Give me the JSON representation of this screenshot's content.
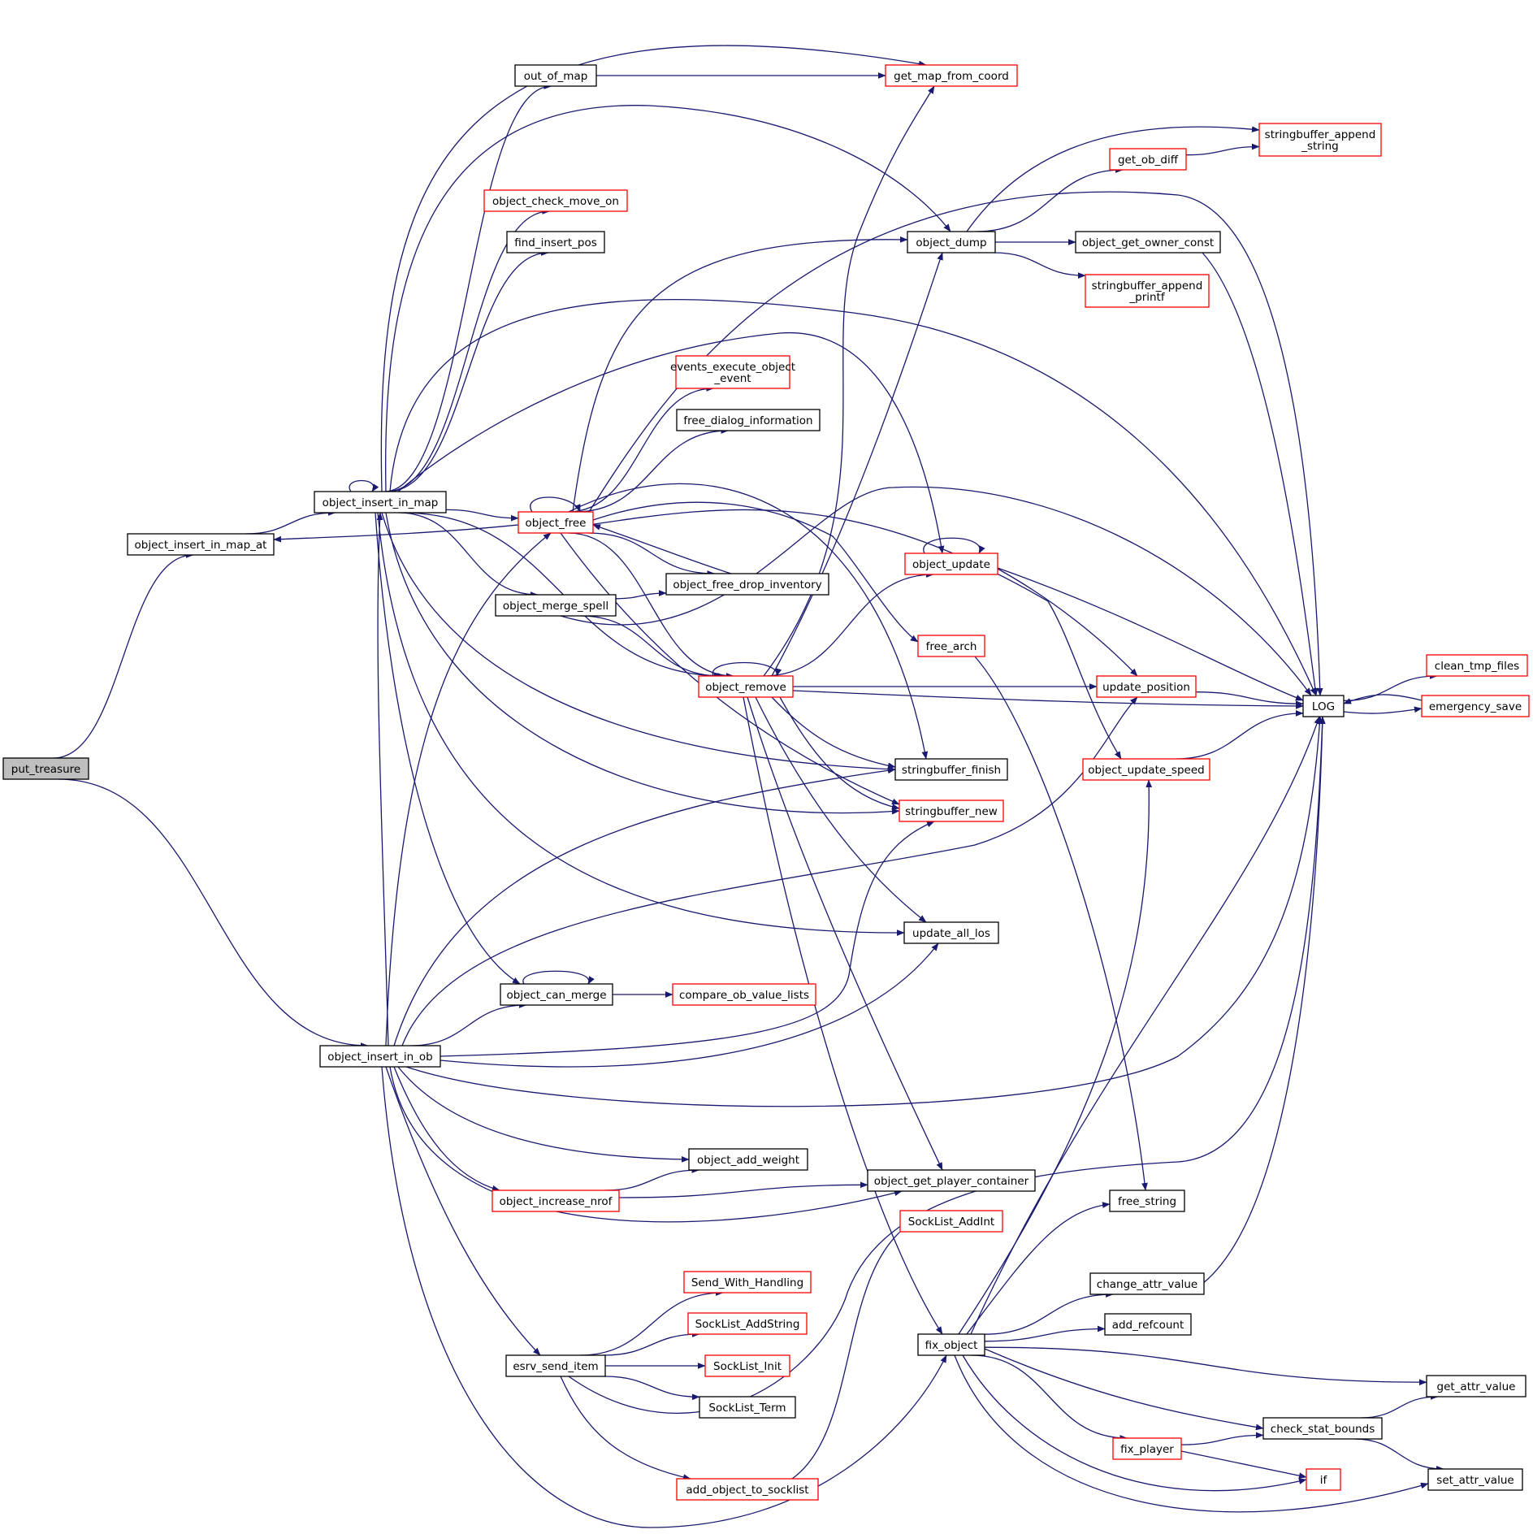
{
  "colors": {
    "edge": "#191970",
    "normal_border": "#000000",
    "truncated_border": "#ff0000",
    "root_fill": "#bfbfbf",
    "node_fill": "#ffffff"
  },
  "nodes": [
    {
      "id": "put_treasure",
      "lines": [
        "put_treasure"
      ],
      "style": "root"
    },
    {
      "id": "object_insert_in_map_at",
      "lines": [
        "object_insert_in_map_at"
      ],
      "style": "normal"
    },
    {
      "id": "object_insert_in_map",
      "lines": [
        "object_insert_in_map"
      ],
      "style": "normal"
    },
    {
      "id": "object_insert_in_ob",
      "lines": [
        "object_insert_in_ob"
      ],
      "style": "normal"
    },
    {
      "id": "out_of_map",
      "lines": [
        "out_of_map"
      ],
      "style": "normal"
    },
    {
      "id": "object_check_move_on",
      "lines": [
        "object_check_move_on"
      ],
      "style": "truncated"
    },
    {
      "id": "find_insert_pos",
      "lines": [
        "find_insert_pos"
      ],
      "style": "normal"
    },
    {
      "id": "object_free",
      "lines": [
        "object_free"
      ],
      "style": "truncated"
    },
    {
      "id": "object_merge_spell",
      "lines": [
        "object_merge_spell"
      ],
      "style": "normal"
    },
    {
      "id": "object_can_merge",
      "lines": [
        "object_can_merge"
      ],
      "style": "normal"
    },
    {
      "id": "esrv_send_item",
      "lines": [
        "esrv_send_item"
      ],
      "style": "normal"
    },
    {
      "id": "object_increase_nrof",
      "lines": [
        "object_increase_nrof"
      ],
      "style": "truncated"
    },
    {
      "id": "get_map_from_coord",
      "lines": [
        "get_map_from_coord"
      ],
      "style": "truncated"
    },
    {
      "id": "events_execute_object_event",
      "lines": [
        "events_execute_object",
        "_event"
      ],
      "style": "truncated"
    },
    {
      "id": "free_dialog_information",
      "lines": [
        "free_dialog_information"
      ],
      "style": "normal"
    },
    {
      "id": "object_free_drop_inventory",
      "lines": [
        "object_free_drop_inventory"
      ],
      "style": "normal"
    },
    {
      "id": "object_remove",
      "lines": [
        "object_remove"
      ],
      "style": "truncated"
    },
    {
      "id": "compare_ob_value_lists",
      "lines": [
        "compare_ob_value_lists"
      ],
      "style": "truncated"
    },
    {
      "id": "object_add_weight",
      "lines": [
        "object_add_weight"
      ],
      "style": "normal"
    },
    {
      "id": "Send_With_Handling",
      "lines": [
        "Send_With_Handling"
      ],
      "style": "truncated"
    },
    {
      "id": "SockList_AddString",
      "lines": [
        "SockList_AddString"
      ],
      "style": "truncated"
    },
    {
      "id": "SockList_Init",
      "lines": [
        "SockList_Init"
      ],
      "style": "truncated"
    },
    {
      "id": "SockList_Term",
      "lines": [
        "SockList_Term"
      ],
      "style": "normal"
    },
    {
      "id": "add_object_to_socklist",
      "lines": [
        "add_object_to_socklist"
      ],
      "style": "truncated"
    },
    {
      "id": "object_dump",
      "lines": [
        "object_dump"
      ],
      "style": "normal"
    },
    {
      "id": "object_update",
      "lines": [
        "object_update"
      ],
      "style": "truncated"
    },
    {
      "id": "free_arch",
      "lines": [
        "free_arch"
      ],
      "style": "truncated"
    },
    {
      "id": "stringbuffer_finish",
      "lines": [
        "stringbuffer_finish"
      ],
      "style": "normal"
    },
    {
      "id": "stringbuffer_new",
      "lines": [
        "stringbuffer_new"
      ],
      "style": "truncated"
    },
    {
      "id": "update_all_los",
      "lines": [
        "update_all_los"
      ],
      "style": "normal"
    },
    {
      "id": "object_get_player_container",
      "lines": [
        "object_get_player_container"
      ],
      "style": "normal"
    },
    {
      "id": "SockList_AddInt",
      "lines": [
        "SockList_AddInt"
      ],
      "style": "truncated"
    },
    {
      "id": "fix_object",
      "lines": [
        "fix_object"
      ],
      "style": "normal"
    },
    {
      "id": "get_ob_diff",
      "lines": [
        "get_ob_diff"
      ],
      "style": "truncated"
    },
    {
      "id": "object_get_owner_const",
      "lines": [
        "object_get_owner_const"
      ],
      "style": "normal"
    },
    {
      "id": "stringbuffer_append_printf",
      "lines": [
        "stringbuffer_append",
        "_printf"
      ],
      "style": "truncated"
    },
    {
      "id": "stringbuffer_append_string",
      "lines": [
        "stringbuffer_append",
        "_string"
      ],
      "style": "truncated"
    },
    {
      "id": "update_position",
      "lines": [
        "update_position"
      ],
      "style": "truncated"
    },
    {
      "id": "object_update_speed",
      "lines": [
        "object_update_speed"
      ],
      "style": "truncated"
    },
    {
      "id": "free_string",
      "lines": [
        "free_string"
      ],
      "style": "normal"
    },
    {
      "id": "change_attr_value",
      "lines": [
        "change_attr_value"
      ],
      "style": "normal"
    },
    {
      "id": "add_refcount",
      "lines": [
        "add_refcount"
      ],
      "style": "normal"
    },
    {
      "id": "fix_player",
      "lines": [
        "fix_player"
      ],
      "style": "truncated"
    },
    {
      "id": "check_stat_bounds",
      "lines": [
        "check_stat_bounds"
      ],
      "style": "normal"
    },
    {
      "id": "if",
      "lines": [
        "if"
      ],
      "style": "truncated"
    },
    {
      "id": "LOG",
      "lines": [
        "LOG"
      ],
      "style": "normal"
    },
    {
      "id": "clean_tmp_files",
      "lines": [
        "clean_tmp_files"
      ],
      "style": "truncated"
    },
    {
      "id": "emergency_save",
      "lines": [
        "emergency_save"
      ],
      "style": "truncated"
    },
    {
      "id": "get_attr_value",
      "lines": [
        "get_attr_value"
      ],
      "style": "normal"
    },
    {
      "id": "set_attr_value",
      "lines": [
        "set_attr_value"
      ],
      "style": "normal"
    }
  ],
  "edges": [
    [
      "put_treasure",
      "object_insert_in_map_at"
    ],
    [
      "put_treasure",
      "object_insert_in_ob"
    ],
    [
      "object_insert_in_map_at",
      "object_insert_in_map"
    ],
    [
      "object_insert_in_map",
      "object_insert_in_map"
    ],
    [
      "object_insert_in_map",
      "out_of_map"
    ],
    [
      "object_insert_in_map",
      "get_map_from_coord"
    ],
    [
      "object_insert_in_map",
      "object_dump"
    ],
    [
      "object_insert_in_map",
      "object_check_move_on"
    ],
    [
      "object_insert_in_map",
      "find_insert_pos"
    ],
    [
      "object_insert_in_map",
      "LOG"
    ],
    [
      "object_insert_in_map",
      "object_update"
    ],
    [
      "object_insert_in_map",
      "object_free"
    ],
    [
      "object_insert_in_map",
      "object_merge_spell"
    ],
    [
      "object_insert_in_map",
      "object_remove"
    ],
    [
      "object_insert_in_map",
      "stringbuffer_finish"
    ],
    [
      "object_insert_in_map",
      "stringbuffer_new"
    ],
    [
      "object_insert_in_map",
      "update_all_los"
    ],
    [
      "object_insert_in_map",
      "object_can_merge"
    ],
    [
      "out_of_map",
      "get_map_from_coord"
    ],
    [
      "object_free",
      "object_insert_in_map_at"
    ],
    [
      "object_free",
      "object_free"
    ],
    [
      "object_free",
      "object_dump"
    ],
    [
      "object_free",
      "LOG"
    ],
    [
      "object_free",
      "events_execute_object_event"
    ],
    [
      "object_free",
      "free_dialog_information"
    ],
    [
      "object_free",
      "object_free_drop_inventory"
    ],
    [
      "object_free",
      "free_arch"
    ],
    [
      "object_free",
      "object_remove"
    ],
    [
      "object_free",
      "stringbuffer_finish"
    ],
    [
      "object_free",
      "stringbuffer_new"
    ],
    [
      "object_free",
      "object_update_speed"
    ],
    [
      "object_free_drop_inventory",
      "object_free"
    ],
    [
      "object_merge_spell",
      "object_free_drop_inventory"
    ],
    [
      "object_merge_spell",
      "object_remove"
    ],
    [
      "object_merge_spell",
      "LOG"
    ],
    [
      "object_remove",
      "object_remove"
    ],
    [
      "object_remove",
      "get_map_from_coord"
    ],
    [
      "object_remove",
      "object_dump"
    ],
    [
      "object_remove",
      "object_update"
    ],
    [
      "object_remove",
      "update_position"
    ],
    [
      "object_remove",
      "LOG"
    ],
    [
      "object_remove",
      "stringbuffer_finish"
    ],
    [
      "object_remove",
      "stringbuffer_new"
    ],
    [
      "object_remove",
      "update_all_los"
    ],
    [
      "object_remove",
      "object_get_player_container"
    ],
    [
      "object_remove",
      "fix_object"
    ],
    [
      "object_can_merge",
      "object_can_merge"
    ],
    [
      "object_can_merge",
      "compare_ob_value_lists"
    ],
    [
      "object_insert_in_ob",
      "object_insert_in_map"
    ],
    [
      "object_insert_in_ob",
      "object_free"
    ],
    [
      "object_insert_in_ob",
      "object_can_merge"
    ],
    [
      "object_insert_in_ob",
      "stringbuffer_finish"
    ],
    [
      "object_insert_in_ob",
      "stringbuffer_new"
    ],
    [
      "object_insert_in_ob",
      "update_position"
    ],
    [
      "object_insert_in_ob",
      "update_all_los"
    ],
    [
      "object_insert_in_ob",
      "LOG"
    ],
    [
      "object_insert_in_ob",
      "object_add_weight"
    ],
    [
      "object_insert_in_ob",
      "object_increase_nrof"
    ],
    [
      "object_insert_in_ob",
      "object_get_player_container"
    ],
    [
      "object_insert_in_ob",
      "esrv_send_item"
    ],
    [
      "object_insert_in_ob",
      "fix_object"
    ],
    [
      "object_increase_nrof",
      "object_add_weight"
    ],
    [
      "object_increase_nrof",
      "object_get_player_container"
    ],
    [
      "esrv_send_item",
      "Send_With_Handling"
    ],
    [
      "esrv_send_item",
      "SockList_AddString"
    ],
    [
      "esrv_send_item",
      "SockList_Init"
    ],
    [
      "esrv_send_item",
      "SockList_Term"
    ],
    [
      "esrv_send_item",
      "add_object_to_socklist"
    ],
    [
      "esrv_send_item",
      "LOG"
    ],
    [
      "add_object_to_socklist",
      "SockList_AddInt"
    ],
    [
      "object_dump",
      "stringbuffer_append_string"
    ],
    [
      "object_dump",
      "get_ob_diff"
    ],
    [
      "object_dump",
      "object_get_owner_const"
    ],
    [
      "object_dump",
      "stringbuffer_append_printf"
    ],
    [
      "get_ob_diff",
      "stringbuffer_append_string"
    ],
    [
      "object_get_owner_const",
      "LOG"
    ],
    [
      "object_update",
      "object_update"
    ],
    [
      "object_update",
      "update_position"
    ],
    [
      "object_update",
      "LOG"
    ],
    [
      "free_arch",
      "free_string"
    ],
    [
      "update_position",
      "LOG"
    ],
    [
      "object_update_speed",
      "LOG"
    ],
    [
      "LOG",
      "clean_tmp_files"
    ],
    [
      "LOG",
      "emergency_save"
    ],
    [
      "emergency_save",
      "LOG"
    ],
    [
      "fix_object",
      "object_update_speed"
    ],
    [
      "fix_object",
      "LOG"
    ],
    [
      "fix_object",
      "free_string"
    ],
    [
      "fix_object",
      "change_attr_value"
    ],
    [
      "fix_object",
      "add_refcount"
    ],
    [
      "fix_object",
      "get_attr_value"
    ],
    [
      "fix_object",
      "check_stat_bounds"
    ],
    [
      "fix_object",
      "fix_player"
    ],
    [
      "fix_object",
      "if"
    ],
    [
      "fix_object",
      "set_attr_value"
    ],
    [
      "change_attr_value",
      "LOG"
    ],
    [
      "fix_player",
      "check_stat_bounds"
    ],
    [
      "fix_player",
      "if"
    ],
    [
      "check_stat_bounds",
      "get_attr_value"
    ],
    [
      "check_stat_bounds",
      "set_attr_value"
    ]
  ]
}
